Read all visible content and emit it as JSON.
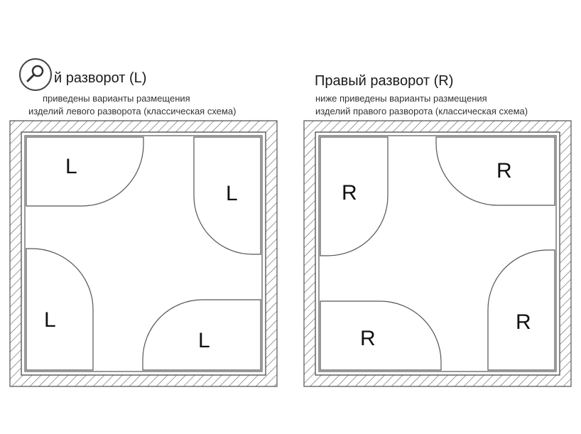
{
  "left": {
    "title": "й разворот (L)",
    "subtitle_line1": "приведены варианты размещения",
    "subtitle_line2": "изделий левого разворота (классическая схема)",
    "letter": "L"
  },
  "right": {
    "title": "Правый разворот (R)",
    "subtitle_line1": "ниже приведены варианты размещения",
    "subtitle_line2": "изделий правого разворота (классическая схема)",
    "letter": "R"
  },
  "icons": {
    "zoom": "magnifier-icon"
  },
  "colors": {
    "line": "#555555",
    "hatch": "#666666"
  }
}
